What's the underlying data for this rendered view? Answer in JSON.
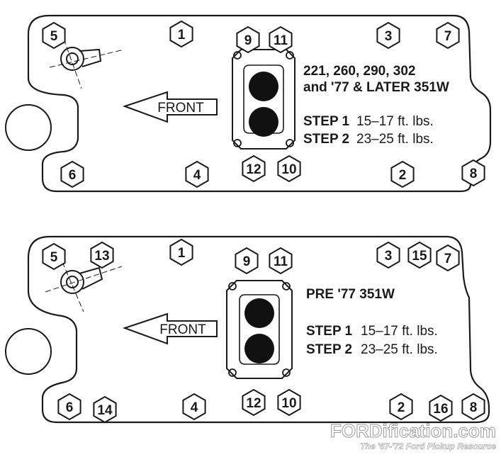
{
  "diagrams": [
    {
      "id": "top",
      "title_line1": "221, 260, 290, 302",
      "title_line2": "and '77 & LATER 351W",
      "front_label": "FRONT",
      "step1_label": "STEP 1",
      "step1_value": "15–17 ft. lbs.",
      "step2_label": "STEP 2",
      "step2_value": "23–25 ft. lbs.",
      "bolts": [
        "5",
        "1",
        "9",
        "11",
        "3",
        "7",
        "6",
        "4",
        "12",
        "10",
        "2",
        "8"
      ]
    },
    {
      "id": "bottom",
      "title_line1": "PRE '77 351W",
      "front_label": "FRONT",
      "step1_label": "STEP 1",
      "step1_value": "15–17 ft. lbs.",
      "step2_label": "STEP 2",
      "step2_value": "23–25 ft. lbs.",
      "bolts": [
        "5",
        "13",
        "1",
        "9",
        "11",
        "3",
        "15",
        "7",
        "6",
        "14",
        "4",
        "12",
        "10",
        "2",
        "16",
        "8"
      ]
    }
  ],
  "watermark": {
    "title": "FORDification.com",
    "subtitle": "The '67-'72 Ford Pickup Resource"
  },
  "colors": {
    "line": "#1a1a1a",
    "port": "#111111",
    "watermark": "#d0d0d0"
  }
}
